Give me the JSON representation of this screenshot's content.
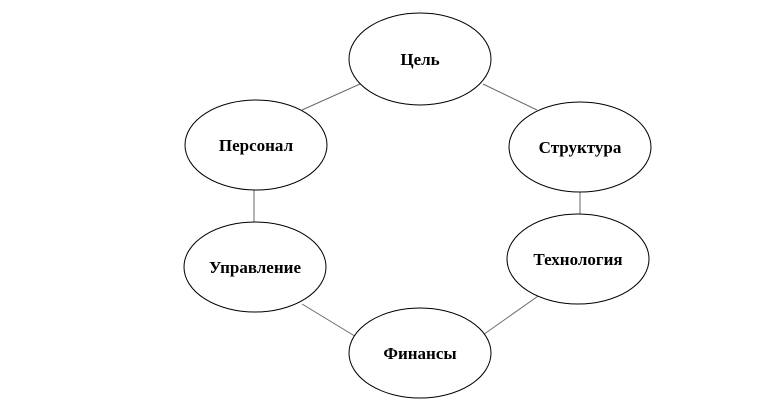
{
  "diagram": {
    "nodes": [
      {
        "id": "goal",
        "label": "Цель"
      },
      {
        "id": "structure",
        "label": "Структура"
      },
      {
        "id": "technology",
        "label": "Технология"
      },
      {
        "id": "finance",
        "label": "Финансы"
      },
      {
        "id": "management",
        "label": "Управление"
      },
      {
        "id": "personnel",
        "label": "Персонал"
      }
    ],
    "edges": [
      [
        "goal",
        "structure"
      ],
      [
        "structure",
        "technology"
      ],
      [
        "technology",
        "finance"
      ],
      [
        "finance",
        "management"
      ],
      [
        "management",
        "personnel"
      ],
      [
        "personnel",
        "goal"
      ]
    ],
    "colors": {
      "node_stroke": "#000000",
      "node_fill": "#ffffff",
      "edge": "#6a6a6a",
      "text": "#000000"
    }
  }
}
